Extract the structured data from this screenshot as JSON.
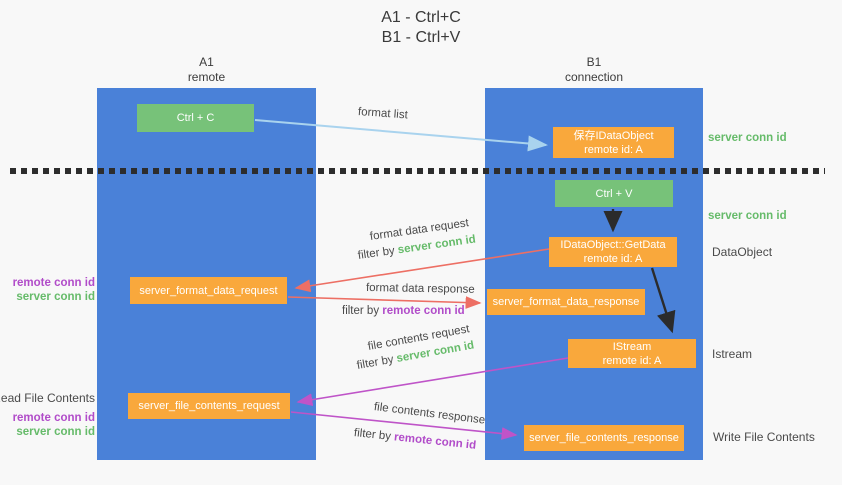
{
  "title": {
    "line1": "A1 - Ctrl+C",
    "line2": "B1 - Ctrl+V"
  },
  "lanes": {
    "left": {
      "name": "A1",
      "type": "remote"
    },
    "right": {
      "name": "B1",
      "type": "connection"
    }
  },
  "nodes": {
    "ctrl_c": {
      "label": "Ctrl + C"
    },
    "save_dataobject": {
      "line1": "保存IDataObject",
      "line2": "remote id: A"
    },
    "ctrl_v": {
      "label": "Ctrl + V"
    },
    "getdata": {
      "line1": "IDataObject::GetData",
      "line2": "remote id: A"
    },
    "format_request": {
      "label": "server_format_data_request"
    },
    "format_response": {
      "label": "server_format_data_response"
    },
    "istream": {
      "line1": "IStream",
      "line2": "remote id: A"
    },
    "file_request": {
      "label": "server_file_contents_request"
    },
    "file_response": {
      "label": "server_file_contents_response"
    }
  },
  "edges": {
    "format_list": {
      "label": "format list"
    },
    "format_data_request": {
      "label": "format data request",
      "filter_prefix": "filter by ",
      "filter_key": "server conn id"
    },
    "format_data_response": {
      "label": "format data response",
      "filter_prefix": "filter by ",
      "filter_key": "remote conn id"
    },
    "file_contents_request": {
      "label": "file contents request",
      "filter_prefix": "filter by ",
      "filter_key": "server conn id"
    },
    "file_contents_response": {
      "label": "file contents response",
      "filter_prefix": "filter by ",
      "filter_key": "remote conn id"
    }
  },
  "left_labels": {
    "format_remote": "remote conn id",
    "format_server": "server conn id",
    "read_title": "Read File Contents",
    "file_remote": "remote conn id",
    "file_server": "server conn id"
  },
  "right_labels": {
    "server_conn_top": "server conn id",
    "server_conn_mid": "server conn id",
    "dataobject": "DataObject",
    "istream": "Istream",
    "write_title": "Write File Contents"
  },
  "colors": {
    "lane_blue": "#4a81d8",
    "box_green": "#77c279",
    "box_orange": "#f9a83c",
    "arrow_light_blue": "#a9d3ee",
    "arrow_red": "#ed6f64",
    "arrow_magenta": "#bf54c8",
    "arrow_black": "#2b2b2b",
    "text_green": "#66bb6a",
    "text_purple": "#b14cc9"
  }
}
